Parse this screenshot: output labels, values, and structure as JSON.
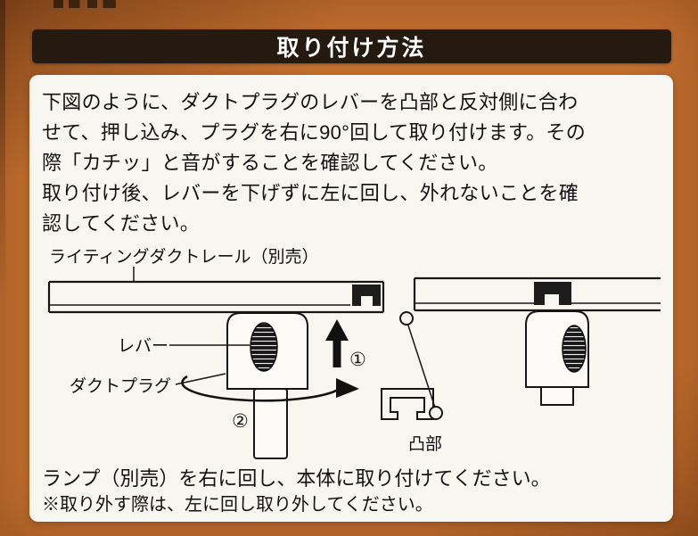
{
  "header": {
    "title": "取り付け方法"
  },
  "instructions": {
    "lines": [
      "下図のように、ダクトプラグのレバーを凸部と反対側に合わ",
      "せて、押し込み、プラグを右に90°回して取り付けます。その",
      "際「カチッ」と音がすることを確認してください。",
      "取り付け後、レバーを下げずに左に回し、外れないことを確",
      "認してください。"
    ]
  },
  "diagram": {
    "labels": {
      "rail": "ライティングダクトレール（別売）",
      "lever": "レバー",
      "duct_plug": "ダクトプラグ",
      "step1": "①",
      "step2": "②",
      "convex": "凸部"
    }
  },
  "footer": {
    "line1": "ランプ（別売）を右に回し、本体に取り付けてください。",
    "line2": "※取り外す際は、左に回し取り外してください。"
  },
  "colors": {
    "background_orange": "#c4702f",
    "header_bg": "#241a10",
    "panel_bg": "#f8f6f1",
    "ink": "#161616"
  }
}
